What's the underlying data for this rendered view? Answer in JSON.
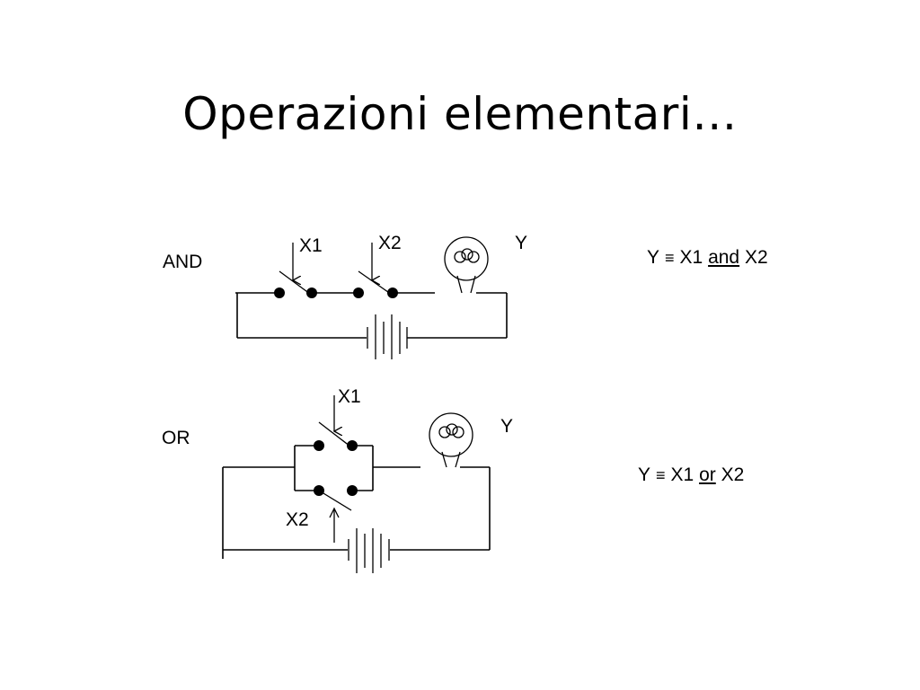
{
  "slide": {
    "title": "Operazioni elementari…"
  },
  "and_circuit": {
    "gate_label": "AND",
    "switch1_label": "X1",
    "switch2_label": "X2",
    "output_label": "Y"
  },
  "or_circuit": {
    "gate_label": "OR",
    "switch1_label": "X1",
    "switch2_label": "X2",
    "output_label": "Y"
  },
  "and_equation": {
    "lhs": "Y",
    "equiv": "≡",
    "a": "X1",
    "op": "and",
    "b": "X2"
  },
  "or_equation": {
    "lhs": "Y",
    "equiv": "≡",
    "a": "X1",
    "op": "or",
    "b": "X2"
  }
}
